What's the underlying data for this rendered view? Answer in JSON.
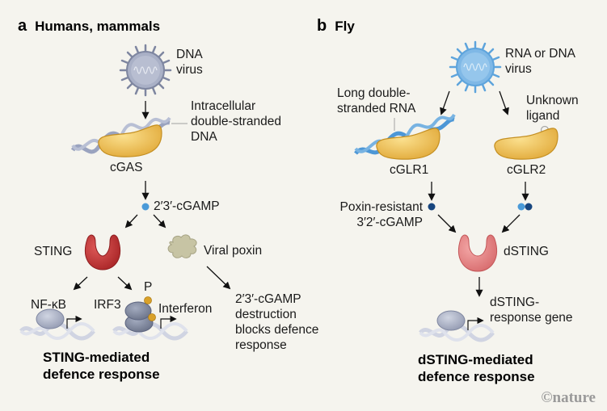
{
  "panel_a": {
    "letter": "a",
    "title": "Humans, mammals",
    "virus_label": [
      "DNA",
      "virus"
    ],
    "dna_label": [
      "Intracellular",
      "double-stranded",
      "DNA"
    ],
    "sensor": "cGAS",
    "messenger": "2′3′-cGAMP",
    "receptor": "STING",
    "poxin": "Viral poxin",
    "nfkb": "NF-κB",
    "irf3": "IRF3",
    "phospho": "P",
    "interferon": "Interferon",
    "poxin_effect": [
      "2′3′-cGAMP",
      "destruction",
      "blocks defence",
      "response"
    ],
    "outcome": [
      "STING-mediated",
      "defence response"
    ]
  },
  "panel_b": {
    "letter": "b",
    "title": "Fly",
    "virus_label": [
      "RNA or DNA",
      "virus"
    ],
    "rna_label": [
      "Long double-",
      "stranded RNA"
    ],
    "ligand_label": [
      "Unknown",
      "ligand"
    ],
    "sensor1": "cGLR1",
    "sensor2": "cGLR2",
    "messenger": [
      "Poxin-resistant",
      "3′2′-cGAMP"
    ],
    "receptor": "dSTING",
    "gene": [
      "dSTING-",
      "response gene"
    ],
    "outcome": [
      "dSTING-mediated",
      "defence response"
    ]
  },
  "credit": "©nature",
  "colors": {
    "background": "#f5f4ee",
    "dna_virus": "#a9b0c6",
    "rna_virus": "#7fb8e6",
    "enzyme": "#f1c25a",
    "sting": "#c6383a",
    "dsting": "#e9878a",
    "poxin": "#c7c4a4",
    "tf": "#a8aec3",
    "irf3": "#7f889f",
    "phosphate": "#d9a12a",
    "cgamp_light": "#4a9ad8",
    "cgamp_dark": "#17457e",
    "dna_strand": "#9aa3bf",
    "rna_strand": "#4d97d6"
  }
}
